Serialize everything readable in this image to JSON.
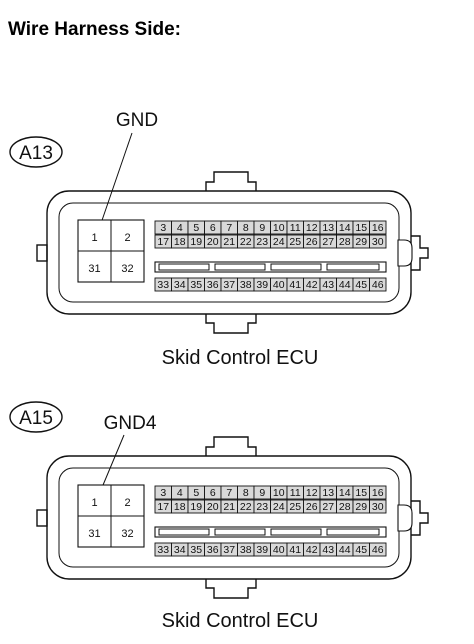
{
  "heading": "Wire Harness Side:",
  "connectors": [
    {
      "id": "A13",
      "terminal_label": "GND",
      "ecu_label": "Skid Control ECU",
      "big_pins": [
        "1",
        "2",
        "31",
        "32"
      ],
      "row1": [
        "3",
        "4",
        "5",
        "6",
        "7",
        "8",
        "9",
        "10",
        "11",
        "12",
        "13",
        "14",
        "15",
        "16"
      ],
      "row2": [
        "17",
        "18",
        "19",
        "20",
        "21",
        "22",
        "23",
        "24",
        "25",
        "26",
        "27",
        "28",
        "29",
        "30"
      ],
      "row3": [
        "33",
        "34",
        "35",
        "36",
        "37",
        "38",
        "39",
        "40",
        "41",
        "42",
        "43",
        "44",
        "45",
        "46"
      ]
    },
    {
      "id": "A15",
      "terminal_label": "GND4",
      "ecu_label": "Skid Control ECU",
      "big_pins": [
        "1",
        "2",
        "31",
        "32"
      ],
      "row1": [
        "3",
        "4",
        "5",
        "6",
        "7",
        "8",
        "9",
        "10",
        "11",
        "12",
        "13",
        "14",
        "15",
        "16"
      ],
      "row2": [
        "17",
        "18",
        "19",
        "20",
        "21",
        "22",
        "23",
        "24",
        "25",
        "26",
        "27",
        "28",
        "29",
        "30"
      ],
      "row3": [
        "33",
        "34",
        "35",
        "36",
        "37",
        "38",
        "39",
        "40",
        "41",
        "42",
        "43",
        "44",
        "45",
        "46"
      ]
    }
  ]
}
